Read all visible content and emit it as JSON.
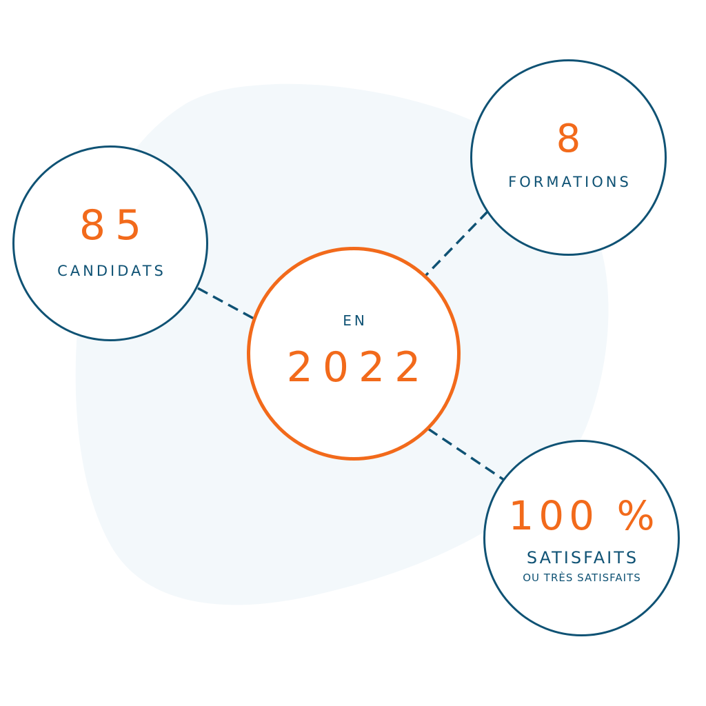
{
  "colors": {
    "accent": "#f26a1b",
    "primary": "#0f5274",
    "blob": "#f3f8fb"
  },
  "center": {
    "prefix": "EN",
    "year": "2022"
  },
  "stats": {
    "candidates": {
      "value": "85",
      "label": "CANDIDATS"
    },
    "trainings": {
      "value": "8",
      "label": "FORMATIONS"
    },
    "satisfaction": {
      "value": "100 %",
      "label": "SATISFAITS",
      "sublabel": "OU TRÈS SATISFAITS"
    }
  }
}
